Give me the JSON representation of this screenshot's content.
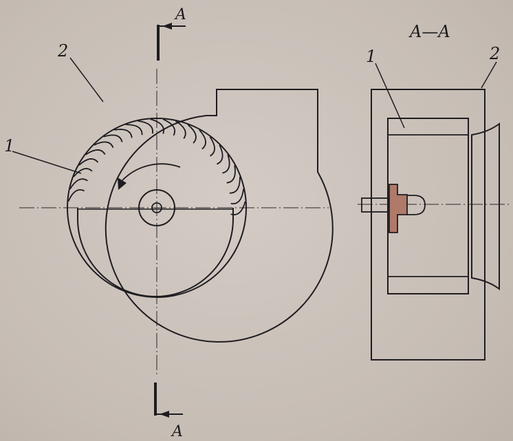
{
  "labels": {
    "section_mark_top": "A",
    "section_mark_bottom": "A",
    "section_title": "A—A",
    "left_part_1": "1",
    "left_part_2": "2",
    "right_part_1": "1",
    "right_part_2": "2"
  },
  "diagram": {
    "ink_color": "#1e1c20",
    "background_color": "#cac2bb",
    "hub_fill_color": "#b07a6a",
    "impeller_blade_count": 22,
    "rotation_arrow": "counterclockwise"
  }
}
